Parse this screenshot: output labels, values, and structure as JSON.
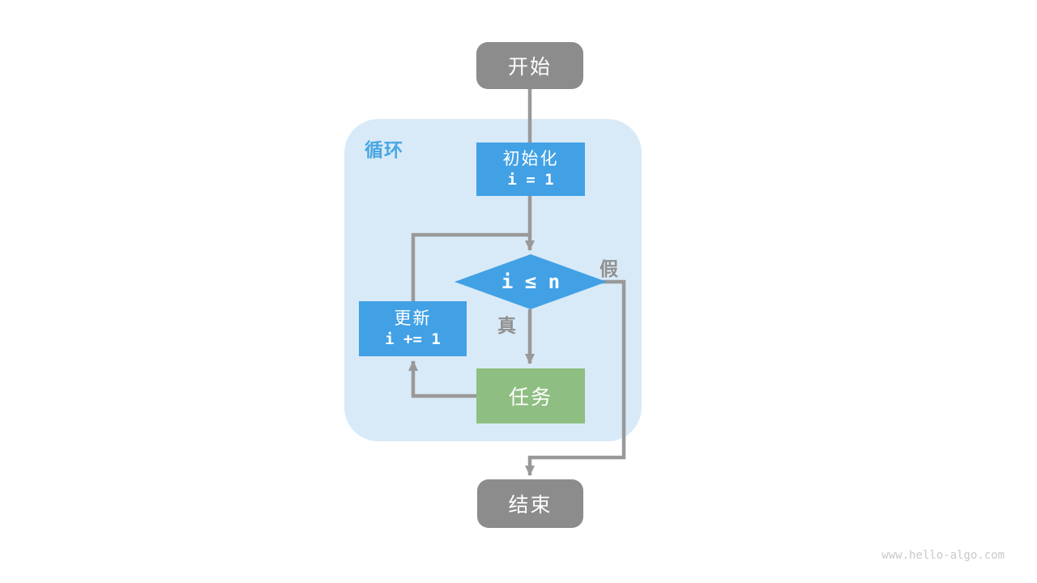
{
  "colors": {
    "node_blue": "#42A1E5",
    "node_green": "#8FBE82",
    "node_gray": "#8C8C8C",
    "container_bg": "#D8EAF8",
    "line_gray": "#999999",
    "label_gray": "#909090",
    "loop_label_blue": "#4AA6E2",
    "watermark_gray": "#C9C9C9",
    "text_white": "#FFFFFF"
  },
  "diagram": {
    "container_label": "循环",
    "nodes": {
      "start": {
        "label": "开始"
      },
      "init": {
        "title": "初始化",
        "code": "i = 1"
      },
      "condition": {
        "expr": "i ≤ n"
      },
      "update": {
        "title": "更新",
        "code": "i += 1"
      },
      "task": {
        "label": "任务"
      },
      "end": {
        "label": "结束"
      }
    },
    "branch_labels": {
      "true": "真",
      "false": "假"
    }
  },
  "footer": {
    "watermark": "www.hello-algo.com"
  }
}
